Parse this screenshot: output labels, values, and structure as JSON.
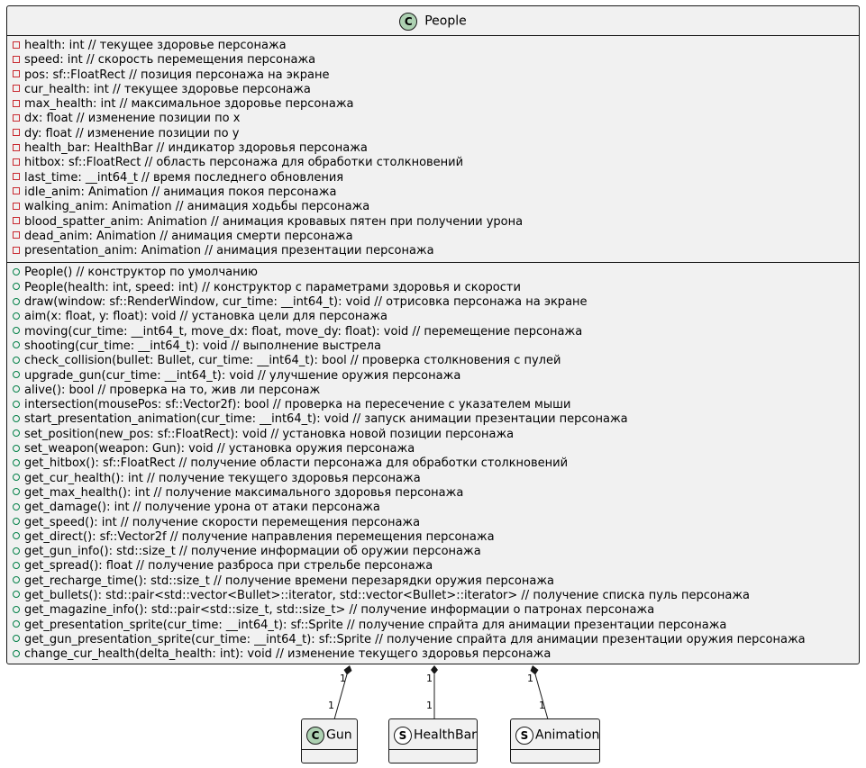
{
  "main_class": {
    "stereotype": "C",
    "name": "People",
    "fields": [
      "health: int // текущее здоровье персонажа",
      "speed: int // скорость перемещения персонажа",
      "pos: sf::FloatRect // позиция персонажа на экране",
      "cur_health: int // текущее здоровье персонажа",
      "max_health: int // максимальное здоровье персонажа",
      "dx: float // изменение позиции по x",
      "dy: float // изменение позиции по y",
      "health_bar: HealthBar // индикатор здоровья персонажа",
      "hitbox: sf::FloatRect // область персонажа для обработки столкновений",
      "last_time: __int64_t // время последнего обновления",
      "idle_anim: Animation // анимация покоя персонажа",
      "walking_anim: Animation // анимация ходьбы персонажа",
      "blood_spatter_anim: Animation // анимация кровавых пятен при получении урона",
      "dead_anim: Animation // анимация смерти персонажа",
      "presentation_anim: Animation // анимация презентации персонажа"
    ],
    "methods": [
      "People() // конструктор по умолчанию",
      "People(health: int, speed: int) // конструктор с параметрами здоровья и скорости",
      "draw(window: sf::RenderWindow, cur_time: __int64_t): void // отрисовка персонажа на экране",
      "aim(x: float, y: float): void // установка цели для персонажа",
      "moving(cur_time: __int64_t, move_dx: float, move_dy: float): void // перемещение персонажа",
      "shooting(cur_time: __int64_t): void // выполнение выстрела",
      "check_collision(bullet: Bullet, cur_time: __int64_t): bool // проверка столкновения с пулей",
      "upgrade_gun(cur_time: __int64_t): void // улучшение оружия персонажа",
      "alive(): bool // проверка на то, жив ли персонаж",
      "intersection(mousePos: sf::Vector2f): bool // проверка на пересечение с указателем мыши",
      "start_presentation_animation(cur_time: __int64_t): void // запуск анимации презентации персонажа",
      "set_position(new_pos: sf::FloatRect): void // установка новой позиции персонажа",
      "set_weapon(weapon: Gun): void // установка оружия персонажа",
      "get_hitbox(): sf::FloatRect // получение области персонажа для обработки столкновений",
      "get_cur_health(): int // получение текущего здоровья персонажа",
      "get_max_health(): int // получение максимального здоровья персонажа",
      "get_damage(): int // получение урона от атаки персонажа",
      "get_speed(): int // получение скорости перемещения персонажа",
      "get_direct(): sf::Vector2f // получение направления перемещения персонажа",
      "get_gun_info(): std::size_t // получение информации об оружии персонажа",
      "get_spread(): float // получение разброса при стрельбе персонажа",
      "get_recharge_time(): std::size_t // получение времени перезарядки оружия персонажа",
      "get_bullets(): std::pair<std::vector<Bullet>::iterator, std::vector<Bullet>::iterator> // получение списка пуль персонажа",
      "get_magazine_info(): std::pair<std::size_t, std::size_t> // получение информации о патронах персонажа",
      "get_presentation_sprite(cur_time: __int64_t): sf::Sprite // получение спрайта для анимации презентации персонажа",
      "get_gun_presentation_sprite(cur_time: __int64_t): sf::Sprite // получение спрайта для анимации презентации оружия персонажа",
      "change_cur_health(delta_health: int): void // изменение текущего здоровья персонажа"
    ]
  },
  "related_classes": [
    {
      "stereotype": "C",
      "name": "Gun",
      "color": "#add1b2"
    },
    {
      "stereotype": "S",
      "name": "HealthBar",
      "color": "#ffffff"
    },
    {
      "stereotype": "S",
      "name": "Animation",
      "color": "#ffffff"
    }
  ],
  "relations": [
    {
      "type": "composition",
      "from": "People",
      "to": "Gun",
      "from_mult": "1",
      "to_mult": "1"
    },
    {
      "type": "composition",
      "from": "People",
      "to": "HealthBar",
      "from_mult": "1",
      "to_mult": "1"
    },
    {
      "type": "composition",
      "from": "People",
      "to": "Animation",
      "from_mult": "1",
      "to_mult": "1"
    }
  ],
  "colors": {
    "class_bg": "#f1f1f1",
    "border": "#181818",
    "class_badge": "#add1b2",
    "struct_badge": "#ffffff",
    "private": "#c82930",
    "public": "#038048"
  }
}
